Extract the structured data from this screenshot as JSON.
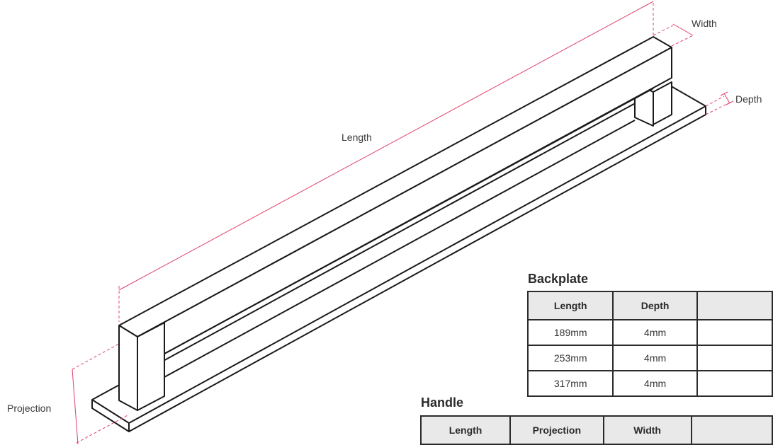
{
  "labels": {
    "length": "Length",
    "width": "Width",
    "depth": "Depth",
    "projection": "Projection"
  },
  "backplate": {
    "title": "Backplate",
    "headers": [
      "Length",
      "Depth",
      ""
    ],
    "rows": [
      [
        "189mm",
        "4mm",
        ""
      ],
      [
        "253mm",
        "4mm",
        ""
      ],
      [
        "317mm",
        "4mm",
        ""
      ]
    ]
  },
  "handle": {
    "title": "Handle",
    "headers": [
      "Length",
      "Projection",
      "Width",
      ""
    ]
  },
  "colors": {
    "dimension_line": "#e0406a",
    "outline": "#1a1a1a",
    "header_bg": "#e9e9ea"
  }
}
